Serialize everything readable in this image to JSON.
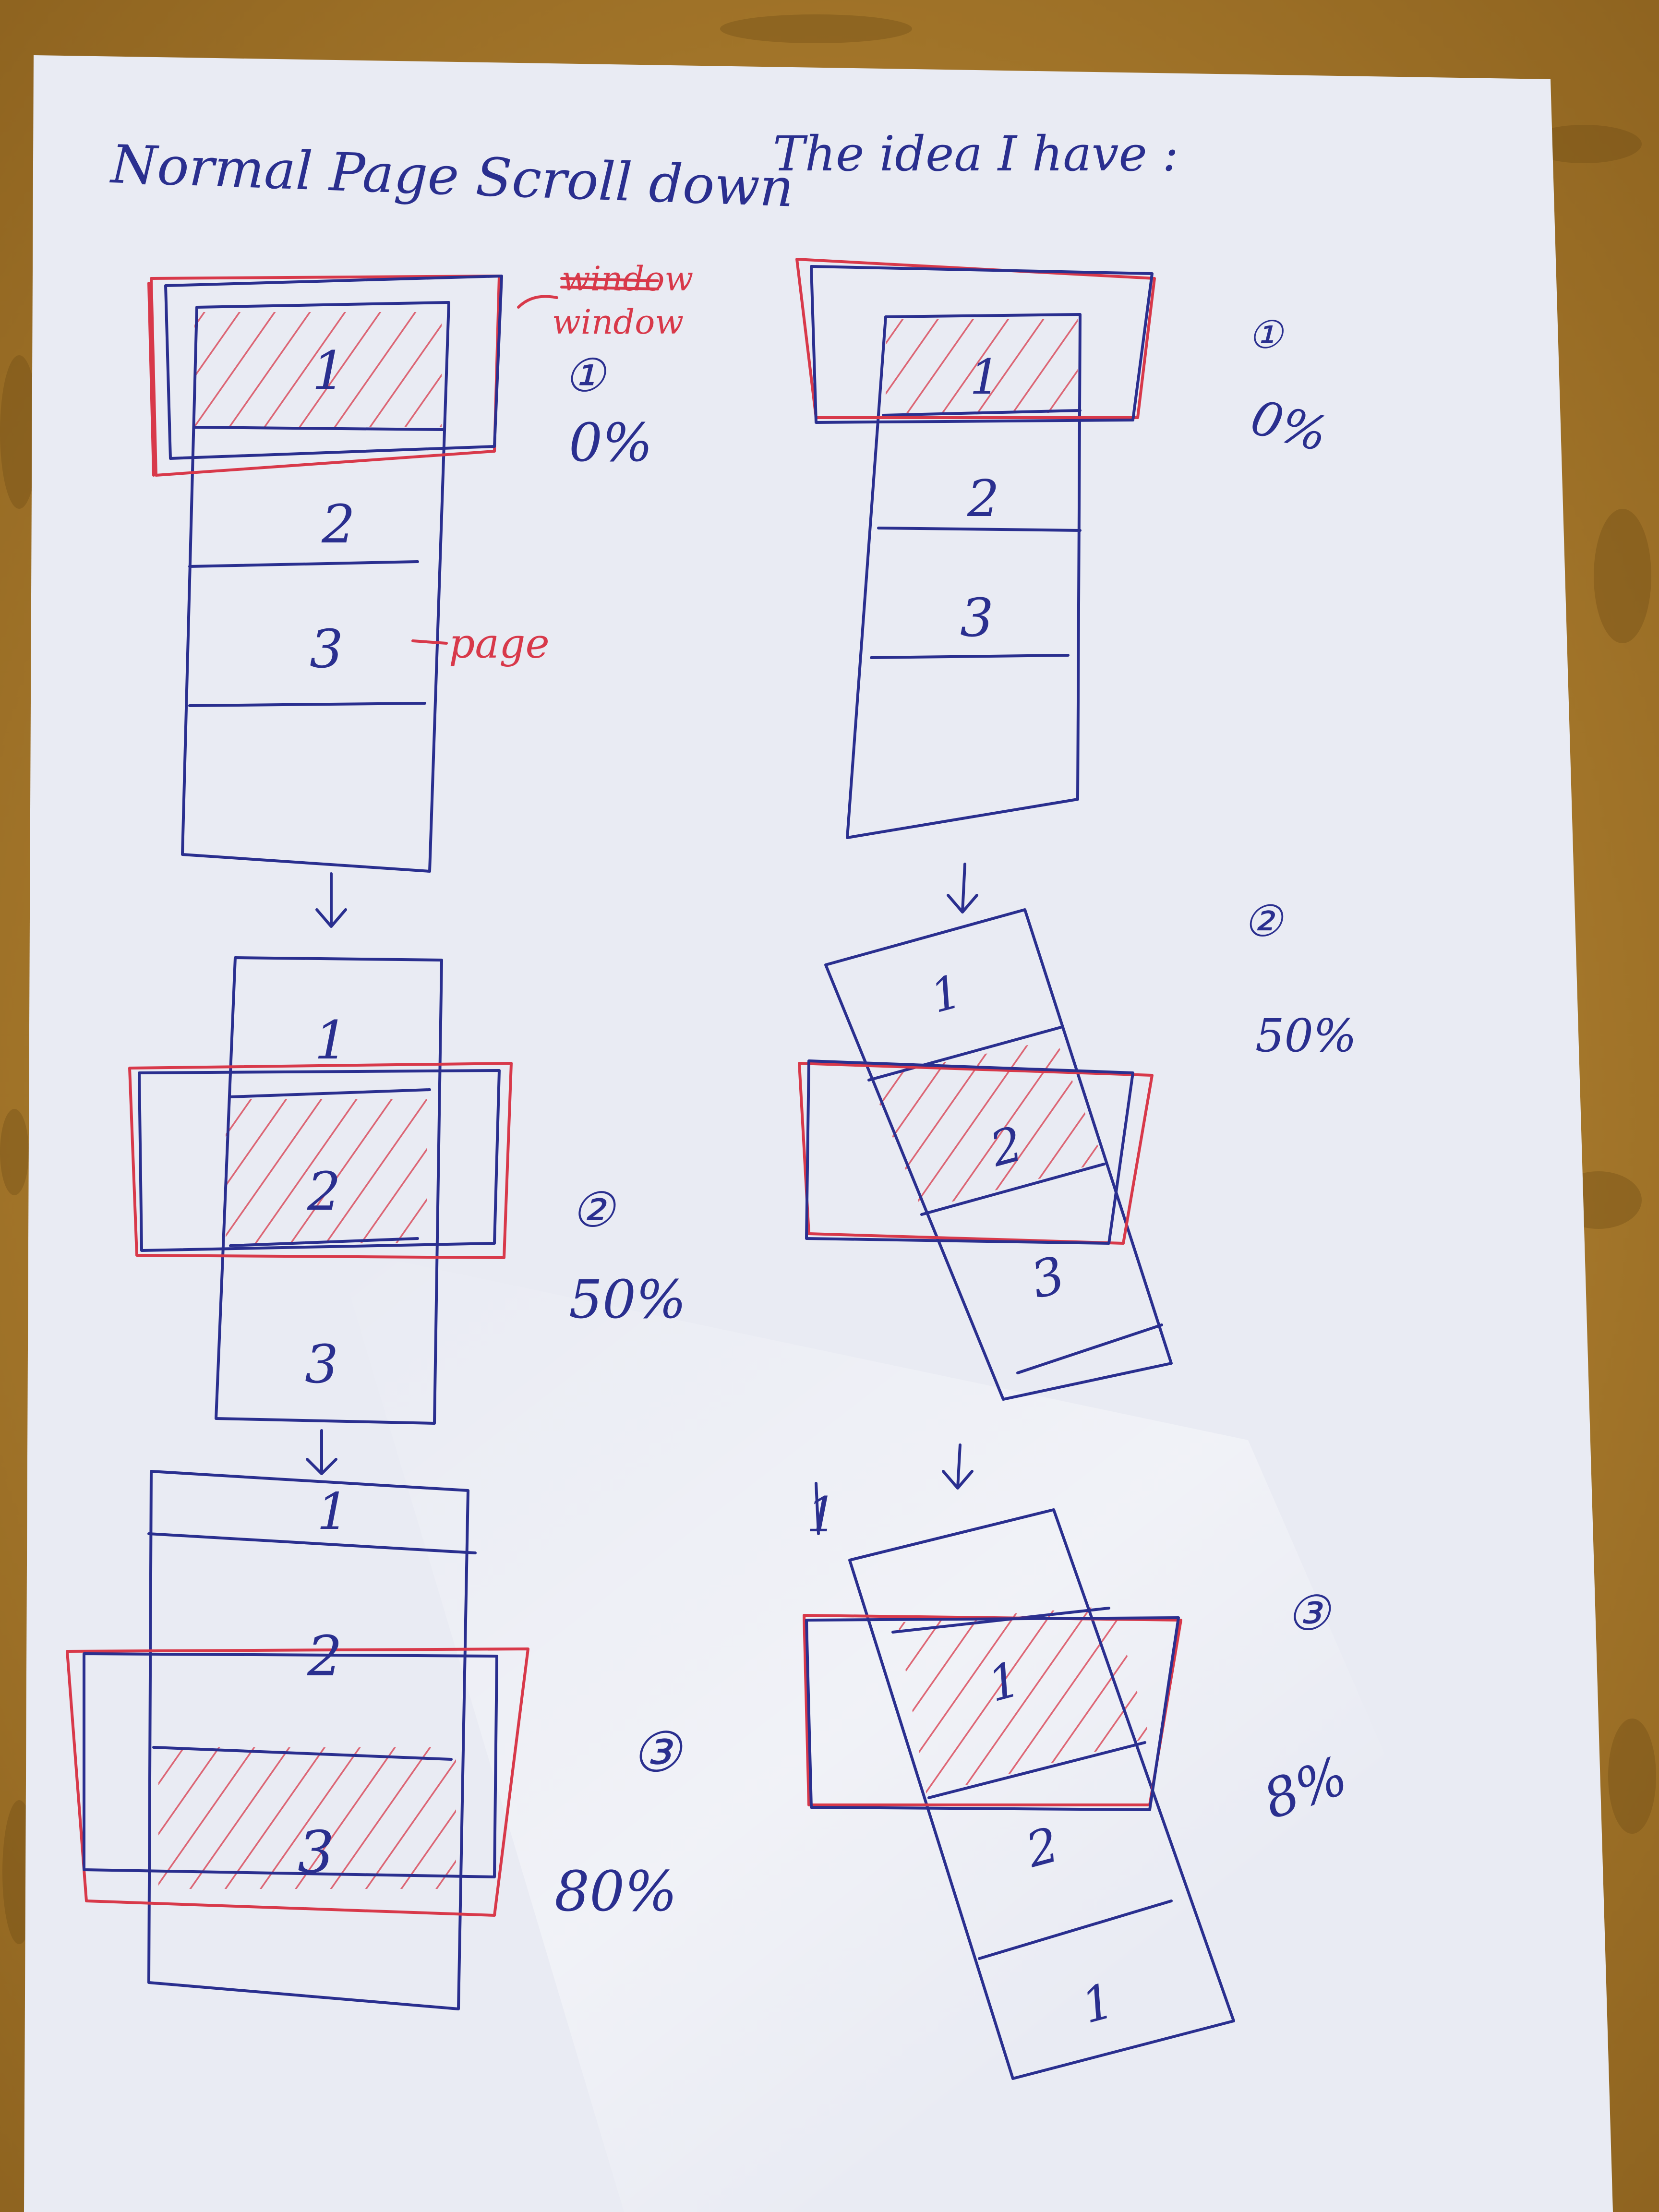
{
  "colors": {
    "table": "#b8862e",
    "paper": "#e9ebf3",
    "ink_blue": "#2a2f8f",
    "ink_red": "#d8394a"
  },
  "left_column": {
    "heading": "Normal Page Scroll down",
    "window_label_crossed": "window",
    "window_label": "window",
    "page_label": "page",
    "steps": [
      {
        "marker": "①",
        "percent": "0%",
        "sections": [
          "1",
          "2",
          "3"
        ]
      },
      {
        "marker": "②",
        "percent": "50%",
        "sections": [
          "1",
          "2",
          "3"
        ]
      },
      {
        "marker": "③",
        "percent": "80%",
        "sections": [
          "1",
          "2",
          "3"
        ]
      }
    ]
  },
  "right_column": {
    "heading": "The idea I have :",
    "steps": [
      {
        "marker": "①",
        "percent": "0%",
        "sections": [
          "1",
          "2",
          "3"
        ]
      },
      {
        "marker": "②",
        "percent": "50%",
        "sections": [
          "1",
          "2",
          "3"
        ]
      },
      {
        "marker": "③",
        "percent": "8%",
        "sections": [
          "1",
          "2",
          "1",
          "1"
        ]
      }
    ]
  }
}
